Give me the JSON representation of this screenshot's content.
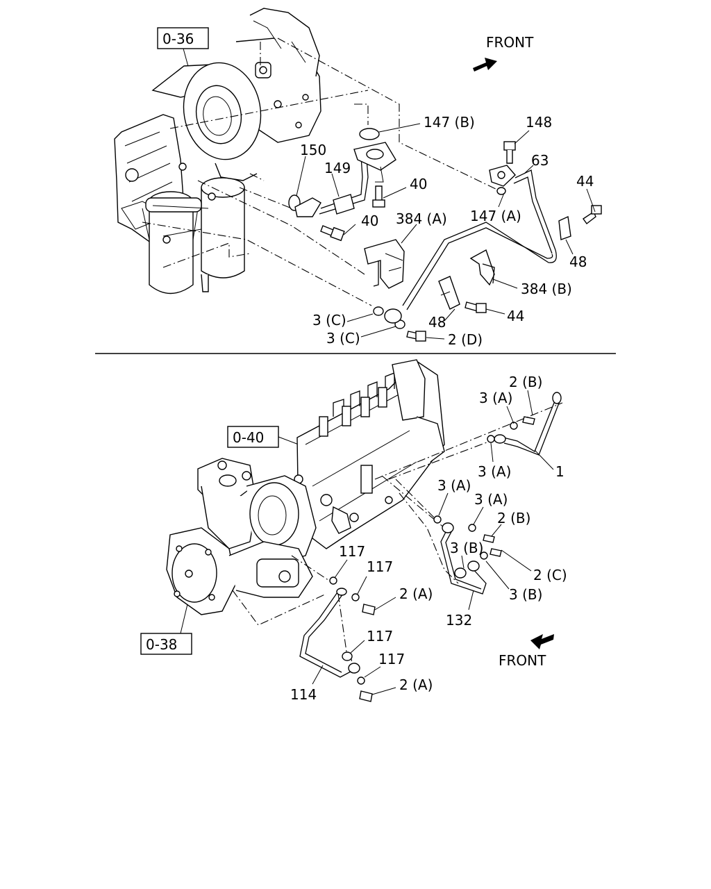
{
  "top_section": {
    "front_label": "FRONT",
    "refs": {
      "turbo": "0-36"
    },
    "callouts": {
      "c147B": "147 (B)",
      "c148": "148",
      "c63": "63",
      "c150": "150",
      "c149": "149",
      "c40a": "40",
      "c40b": "40",
      "c44a": "44",
      "c147A": "147 (A)",
      "c384A": "384 (A)",
      "c48a": "48",
      "c384B": "384 (B)",
      "c3Ca": "3 (C)",
      "c3Cb": "3 (C)",
      "c48b": "48",
      "c44b": "44",
      "c2D": "2 (D)"
    }
  },
  "bottom_section": {
    "front_label": "FRONT",
    "refs": {
      "pump": "0-40",
      "flange": "0-38"
    },
    "callouts": {
      "c2B1": "2 (B)",
      "c3A1": "3 (A)",
      "c3A2": "3 (A)",
      "c1": "1",
      "c3A3": "3 (A)",
      "c3A4": "3 (A)",
      "c2B2": "2 (B)",
      "c3B1": "3 (B)",
      "c2C": "2 (C)",
      "c3B2": "3 (B)",
      "c132": "132",
      "c117a": "117",
      "c117b": "117",
      "c2Aa": "2 (A)",
      "c117c": "117",
      "c117d": "117",
      "c2Ab": "2 (A)",
      "c114": "114"
    }
  }
}
